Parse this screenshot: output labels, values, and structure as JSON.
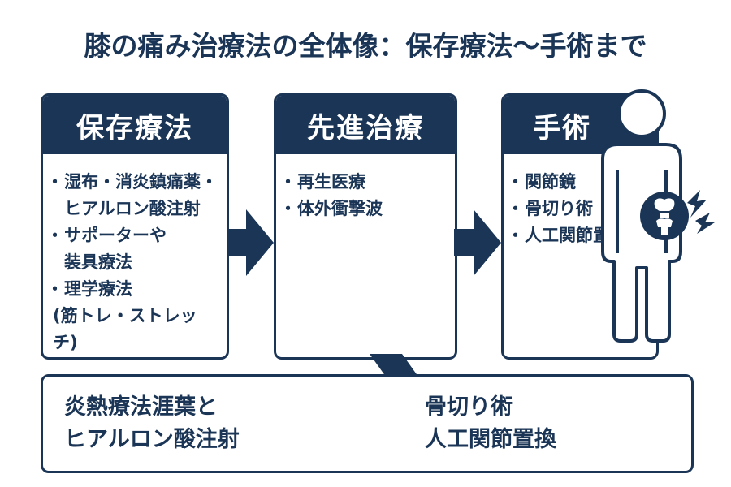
{
  "title": "膝の痛み治療法の全体像：保存療法〜手術まで",
  "stages": [
    {
      "heading": "保存療法",
      "items": [
        [
          "湿布・消炎鎮痛薬・",
          "ヒアルロン酸注射"
        ],
        [
          "サポーターや",
          "装具療法"
        ],
        [
          "理学療法",
          "(筋トレ・ストレッチ)"
        ]
      ]
    },
    {
      "heading": "先進治療",
      "items": [
        [
          "再生医療"
        ],
        [
          "体外衝撃波"
        ]
      ]
    },
    {
      "heading": "手術",
      "items": [
        [
          "関節鏡"
        ],
        [
          "骨切り術"
        ],
        [
          "人工関節置換"
        ]
      ]
    }
  ],
  "bottom": {
    "left": [
      "炎熱療法涯葉と",
      "ヒアルロン酸注射"
    ],
    "right": [
      "骨切り術",
      "人工関節置換"
    ]
  },
  "colors": {
    "navy": "#1b3556",
    "white": "#ffffff"
  },
  "icons": {
    "flow_arrow": "right-arrow-icon",
    "figure": "human-figure-icon",
    "knee": "knee-joint-icon",
    "pain": "lightning-pain-icon"
  }
}
